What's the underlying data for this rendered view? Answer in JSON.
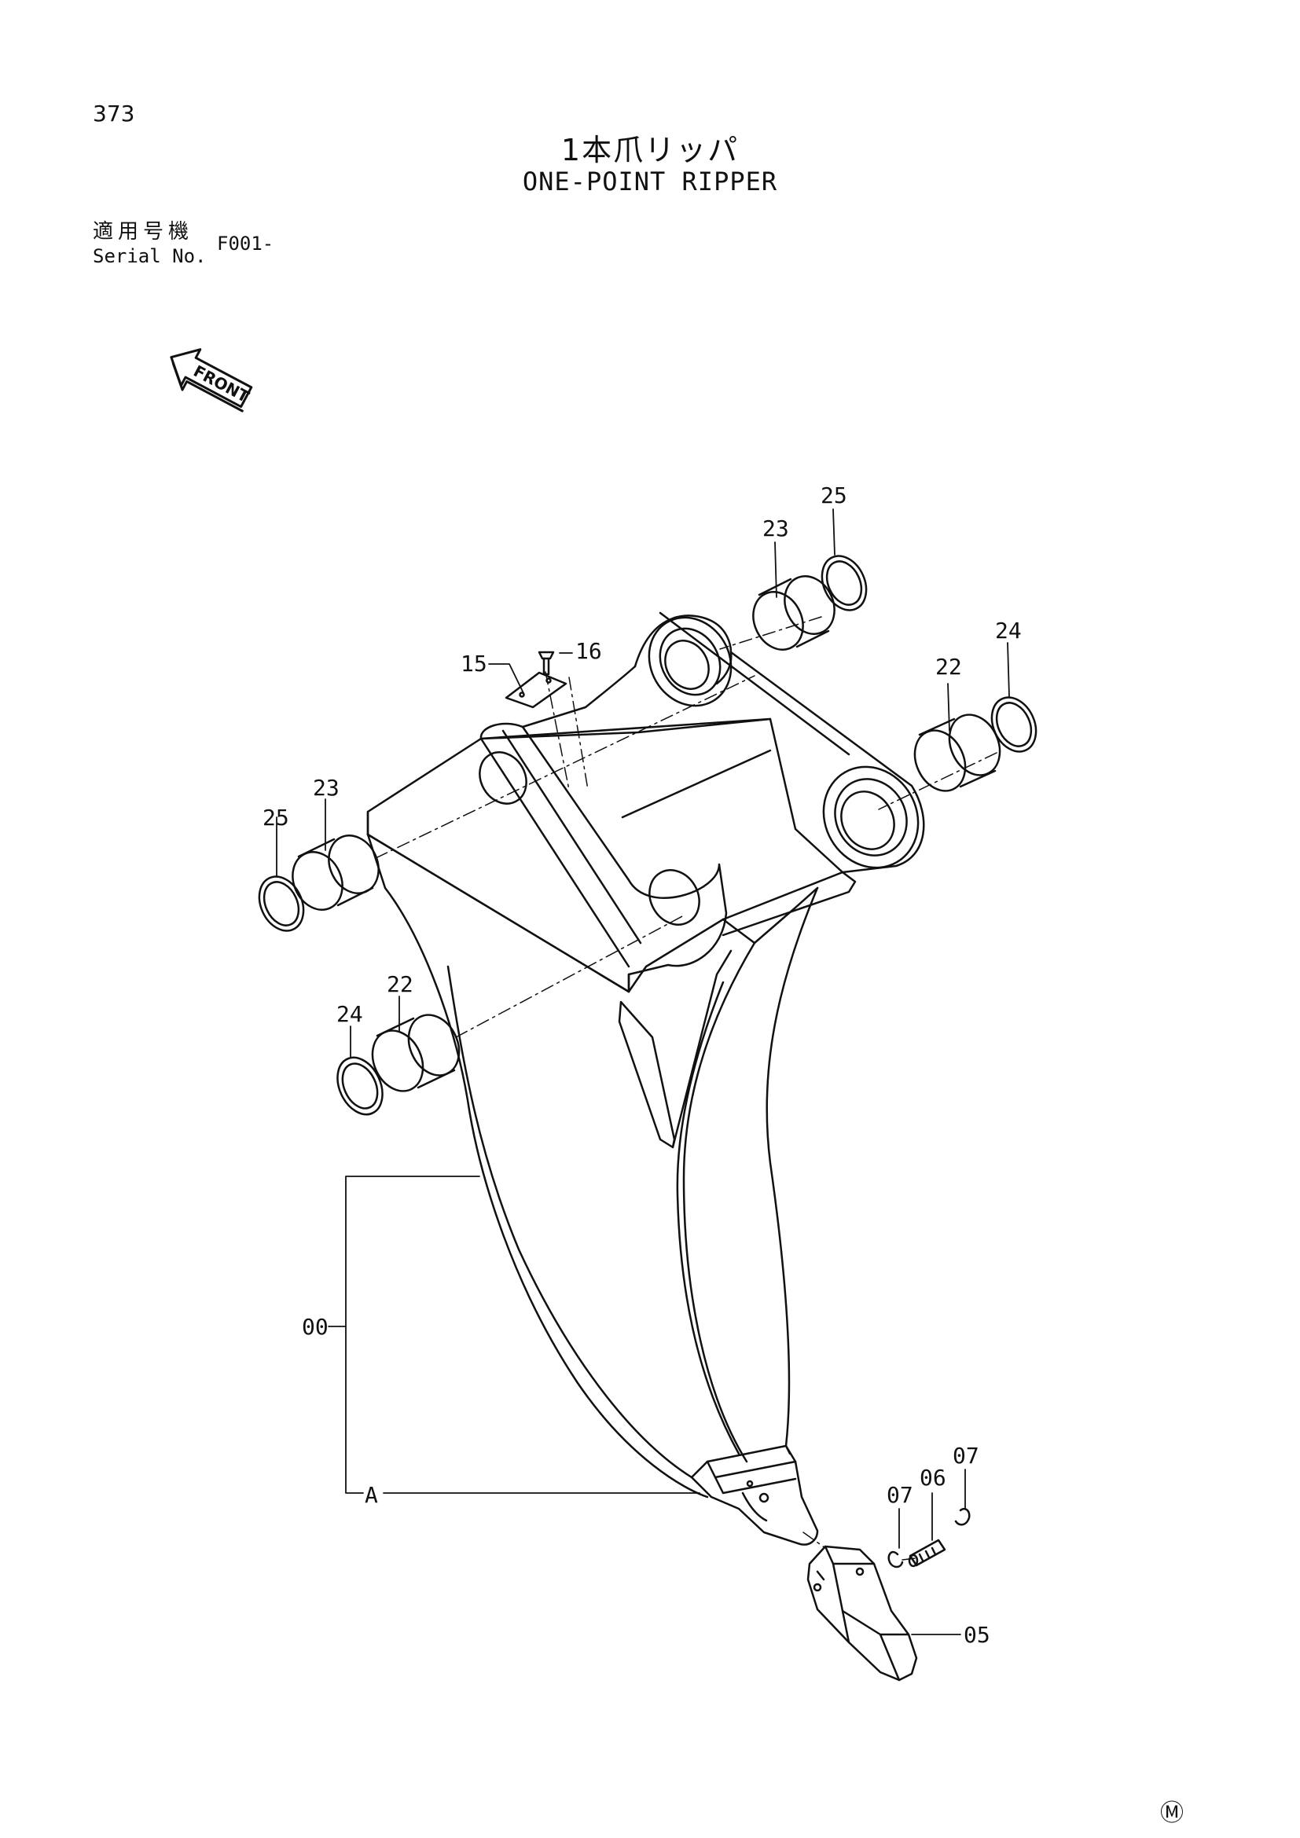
{
  "header": {
    "page_number": "373",
    "title_jp": "1本爪リッパ",
    "title_en": "ONE-POINT RIPPER",
    "serial_label_jp": "適用号機",
    "serial_label_en": "Serial No.",
    "serial_value": "F001-"
  },
  "orientation": {
    "label": "FRONT",
    "icon": "front-arrow-icon"
  },
  "callouts": {
    "c25_top": "25",
    "c23_top": "23",
    "c24_right": "24",
    "c22_right": "22",
    "c15": "15",
    "c16": "16",
    "c25_left": "25",
    "c23_left": "23",
    "c22_left": "22",
    "c24_left": "24",
    "c00": "00",
    "cA": "A",
    "c07_right": "07",
    "c06": "06",
    "c07_left": "07",
    "c05": "05"
  },
  "footer": {
    "mark": "Ⓜ"
  }
}
